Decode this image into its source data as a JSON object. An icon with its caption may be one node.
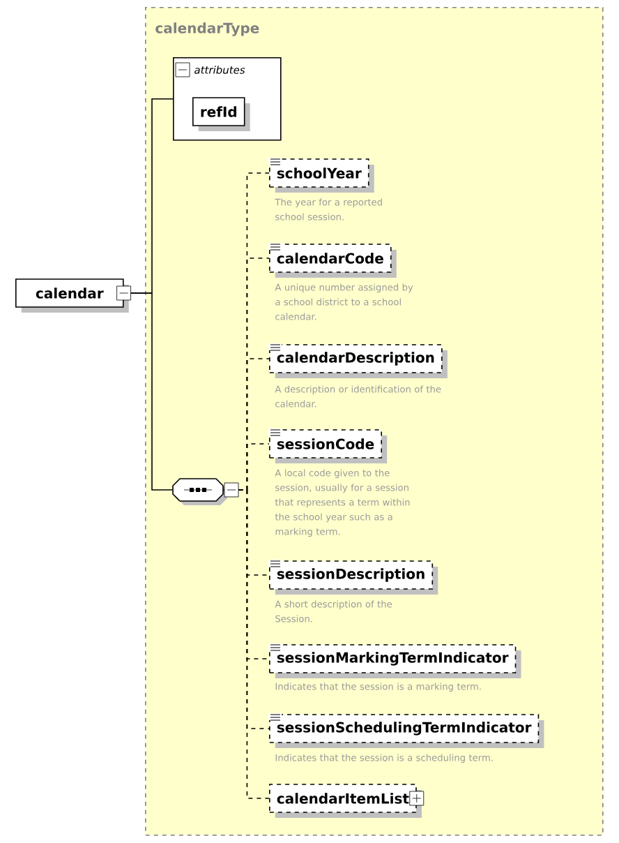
{
  "diagram": {
    "nodes": [
      {
        "text": [
          "calendar"
        ]
      },
      {
        "text": [
          "calendarType"
        ]
      },
      {
        "text": [
          "attributes"
        ],
        "in": 1
      },
      {
        "text": [
          "refId"
        ],
        "in": 2
      },
      {
        "text": [],
        "shape": "octagon",
        "in": 1
      },
      {
        "text": [
          "schoolYear"
        ],
        "in": 1,
        "beside": [
          "The year for a reported school session."
        ]
      },
      {
        "text": [
          "calendarCode"
        ],
        "in": 1,
        "beside": [
          "A unique number assigned by a school district to a school calendar."
        ]
      },
      {
        "text": [
          "calendarDescription"
        ],
        "in": 1,
        "beside": [
          "A description or identification of the calendar."
        ]
      },
      {
        "text": [
          "sessionCode"
        ],
        "in": 1,
        "beside": [
          "A local code given to the session, usually for a session that represents a term within the school year such as a marking term."
        ]
      },
      {
        "text": [
          "sessionDescription"
        ],
        "in": 1,
        "beside": [
          "A short description of the Session."
        ]
      },
      {
        "text": [
          "sessionMarkingTermIndicator"
        ],
        "in": 1,
        "beside": [
          "Indicates that the session is a marking term."
        ]
      },
      {
        "text": [
          "sessionSchedulingTermIndicator"
        ],
        "in": 1,
        "beside": [
          "Indicates that the session is a scheduling term."
        ]
      },
      {
        "text": [
          "calendarItemList"
        ],
        "in": 1
      }
    ],
    "edges": [
      {
        "from": 0,
        "to": 2,
        "arrow": "none"
      },
      {
        "from": 0,
        "to": 4,
        "arrow": "none"
      },
      {
        "from": 4,
        "to": 5,
        "arrow": "none",
        "style": "dashed"
      },
      {
        "from": 4,
        "to": 6,
        "arrow": "none",
        "style": "dashed"
      },
      {
        "from": 4,
        "to": 7,
        "arrow": "none",
        "style": "dashed"
      },
      {
        "from": 4,
        "to": 8,
        "arrow": "none",
        "style": "dashed"
      },
      {
        "from": 4,
        "to": 9,
        "arrow": "none",
        "style": "dashed"
      },
      {
        "from": 4,
        "to": 10,
        "arrow": "none",
        "style": "dashed"
      },
      {
        "from": 4,
        "to": 11,
        "arrow": "none",
        "style": "dashed"
      },
      {
        "from": 4,
        "to": 12,
        "arrow": "none",
        "style": "dashed"
      }
    ]
  }
}
